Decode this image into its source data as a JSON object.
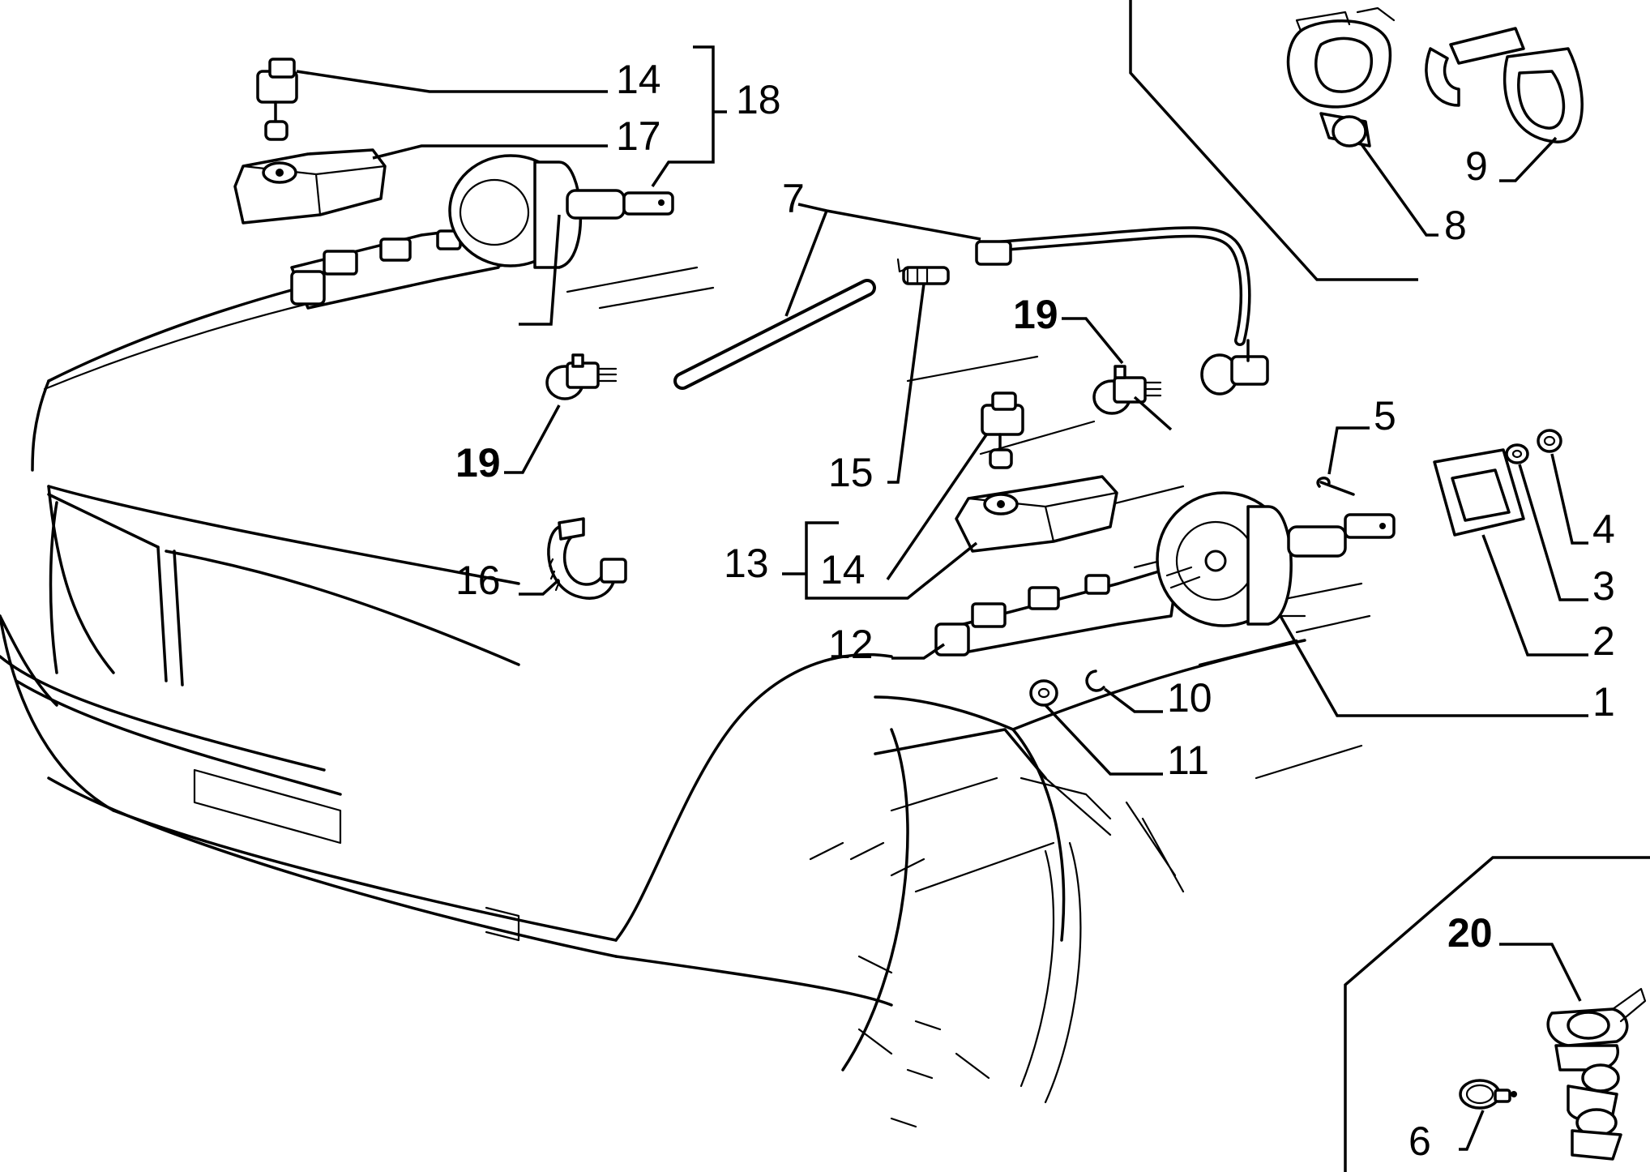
{
  "diagram": {
    "callouts": [
      {
        "id": "c14a",
        "label": "14"
      },
      {
        "id": "c17",
        "label": "17"
      },
      {
        "id": "c18",
        "label": "18"
      },
      {
        "id": "c7",
        "label": "7"
      },
      {
        "id": "c19a",
        "label": "19"
      },
      {
        "id": "c19b",
        "label": "19"
      },
      {
        "id": "c15",
        "label": "15"
      },
      {
        "id": "c13",
        "label": "13"
      },
      {
        "id": "c14b",
        "label": "14"
      },
      {
        "id": "c16",
        "label": "16"
      },
      {
        "id": "c12",
        "label": "12"
      },
      {
        "id": "c10",
        "label": "10"
      },
      {
        "id": "c11",
        "label": "11"
      },
      {
        "id": "c5",
        "label": "5"
      },
      {
        "id": "c4",
        "label": "4"
      },
      {
        "id": "c3",
        "label": "3"
      },
      {
        "id": "c2",
        "label": "2"
      },
      {
        "id": "c1",
        "label": "1"
      },
      {
        "id": "c9",
        "label": "9"
      },
      {
        "id": "c8",
        "label": "8"
      },
      {
        "id": "c20",
        "label": "20"
      },
      {
        "id": "c6",
        "label": "6"
      }
    ]
  }
}
